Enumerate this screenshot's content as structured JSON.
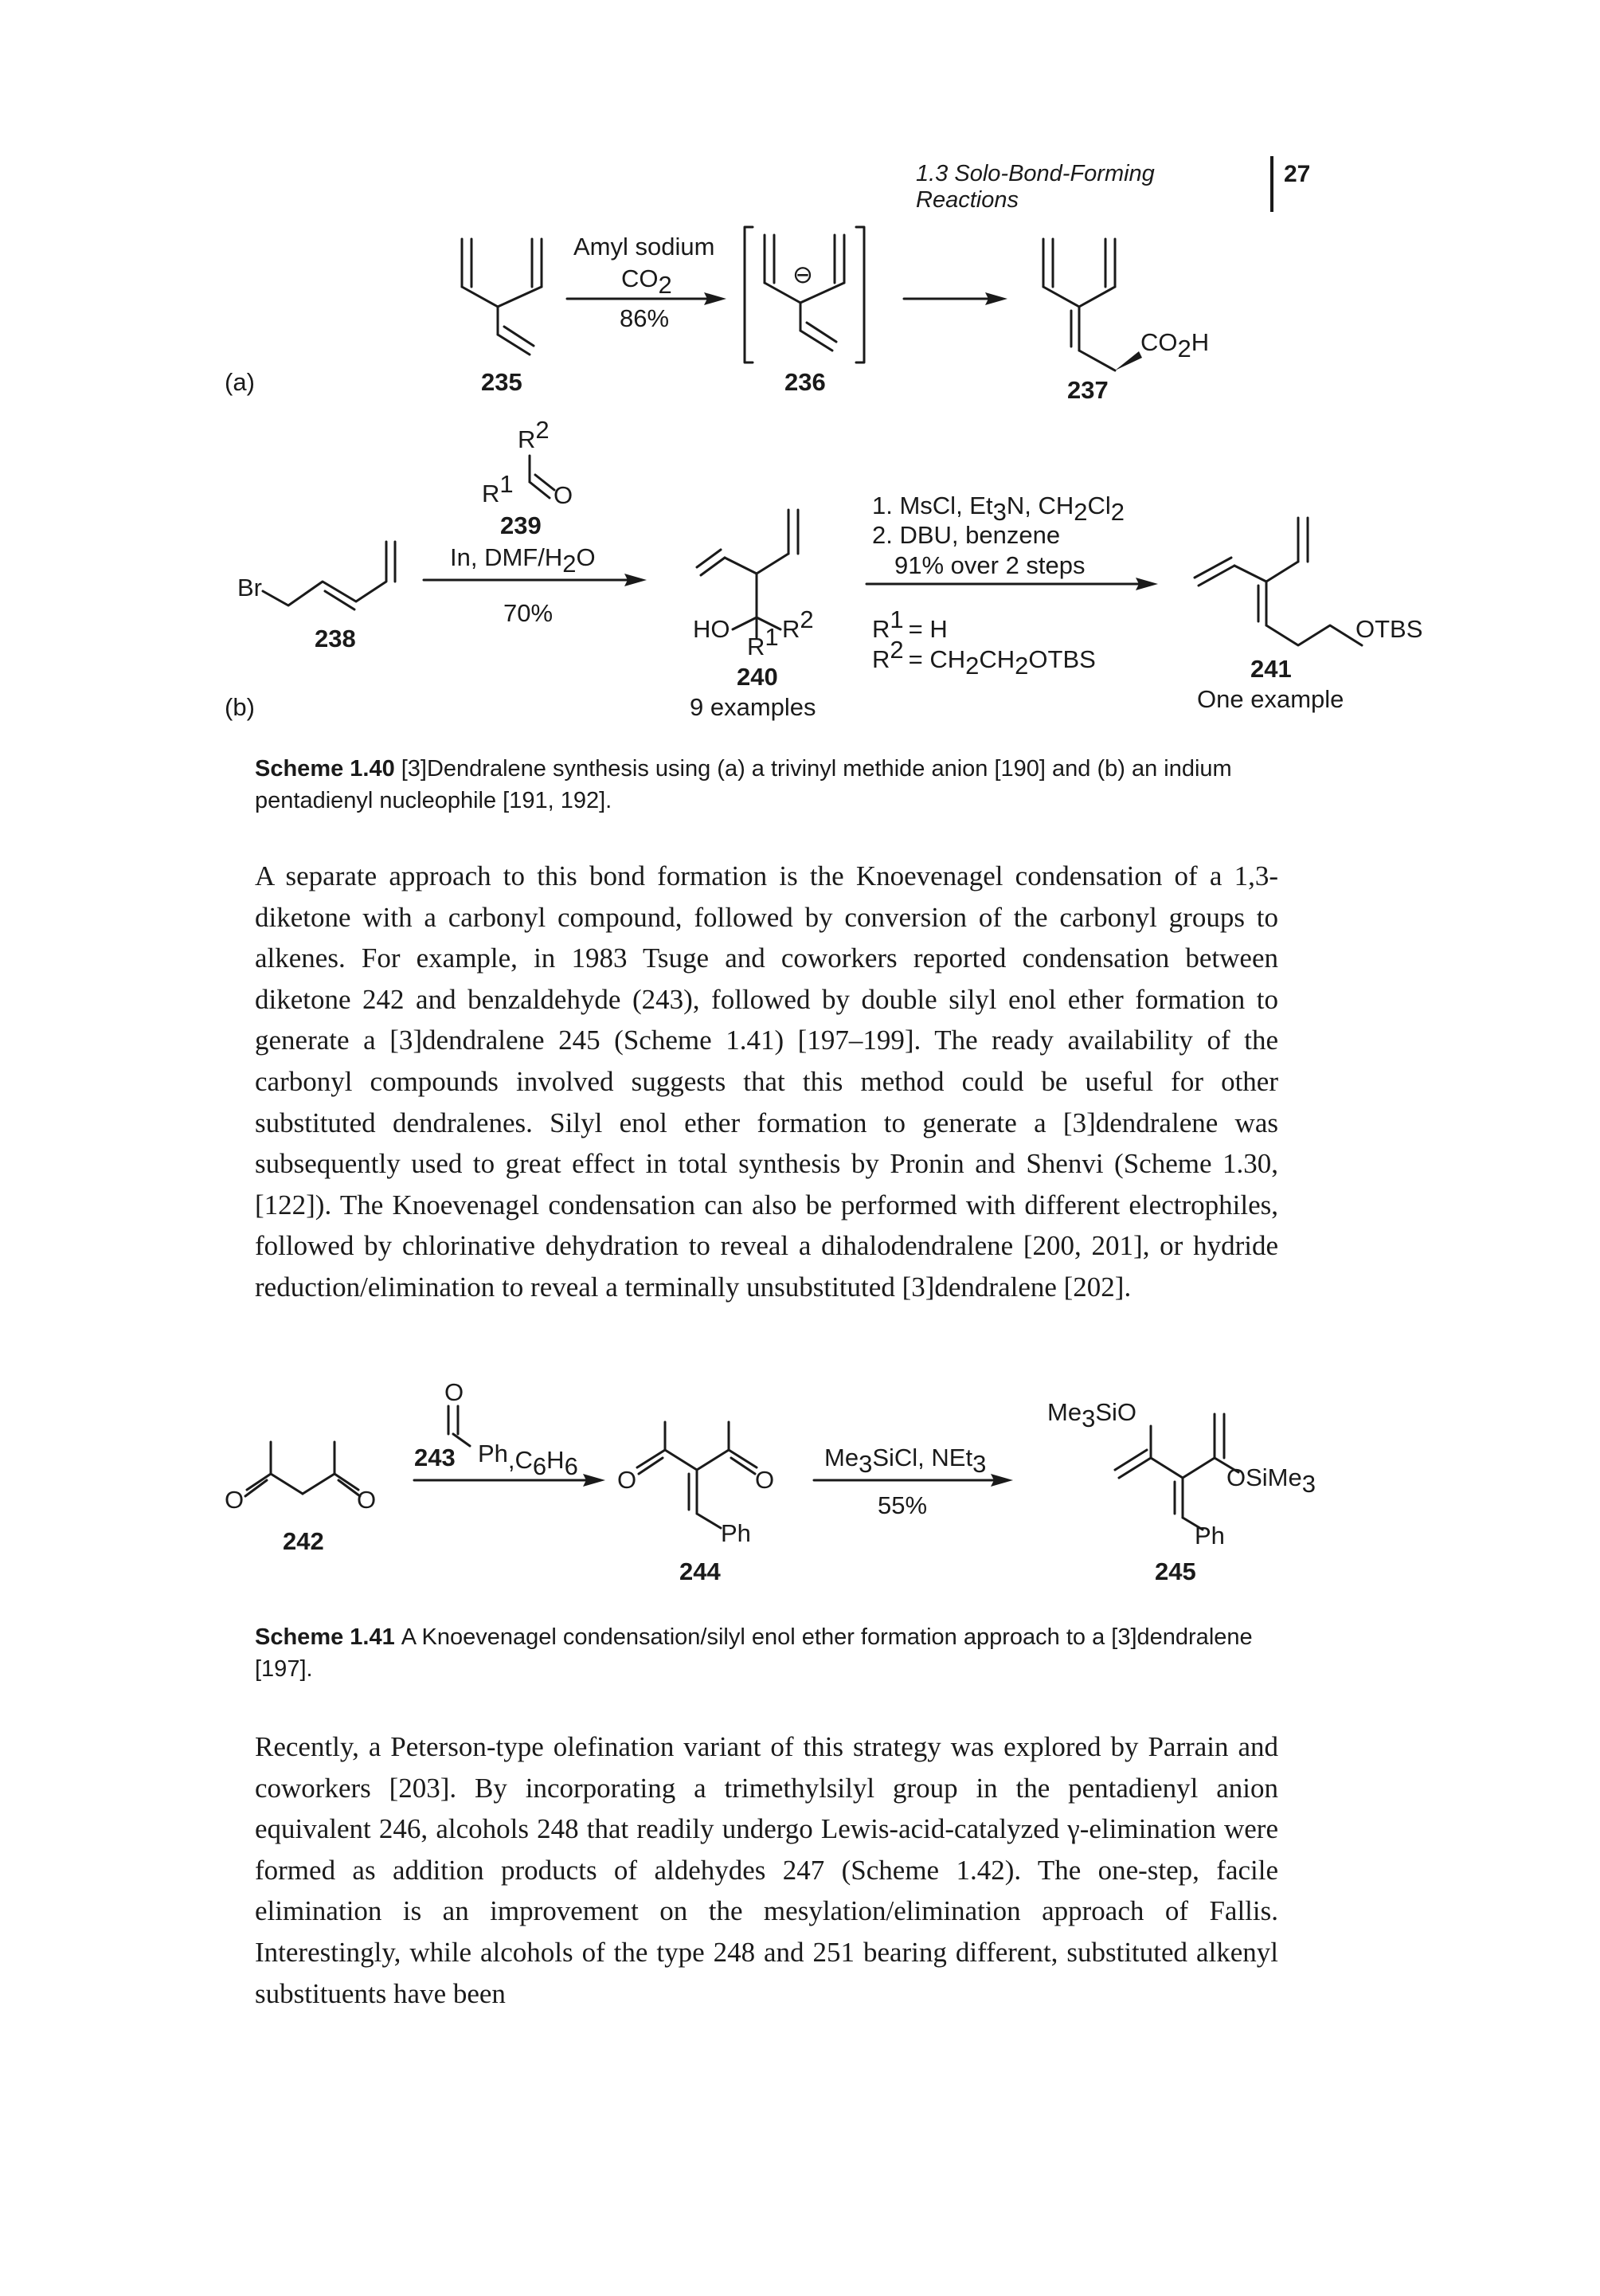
{
  "header": {
    "section_label": "1.3  Solo-Bond-Forming Reactions",
    "page_number": "27"
  },
  "scheme_140": {
    "part_a_label": "(a)",
    "part_b_label": "(b)",
    "a_reagent_1": "Amyl sodium",
    "a_reagent_2_main": "CO",
    "a_reagent_2_sub": "2",
    "a_yield": "86%",
    "cmpd_235": "235",
    "cmpd_236": "236",
    "cmpd_237": "237",
    "anion_symbol": "⊖",
    "co2h_main": "CO",
    "co2h_sub": "2",
    "co2h_h": "H",
    "r2_label": "R",
    "r2_sup": "2",
    "r1_label": "R",
    "r1_sup": "1",
    "o_label": "O",
    "cmpd_239": "239",
    "b_reagent_main": "In, DMF/H",
    "b_reagent_sub": "2",
    "b_reagent_end": "O",
    "b_yield": "70%",
    "br_label": "Br",
    "cmpd_238": "238",
    "ho_label": "HO",
    "cmpd_240": "240",
    "examples_240": "9 examples",
    "step1_main": "1. MsCl, Et",
    "step1_sub1": "3",
    "step1_mid": "N, CH",
    "step1_sub2": "2",
    "step1_mid2": "Cl",
    "step1_sub3": "2",
    "step2": "2. DBU, benzene",
    "step3": "91% over 2 steps",
    "r1_eq": "= H",
    "r2_eq_main": "= CH",
    "r2_eq_sub1": "2",
    "r2_eq_mid": "CH",
    "r2_eq_sub2": "2",
    "r2_eq_end": "OTBS",
    "otbs_label": "OTBS",
    "cmpd_241": "241",
    "examples_241": "One example"
  },
  "caption_140": {
    "label": "Scheme 1.40",
    "text": "[3]Dendralene synthesis using (a) a trivinyl methide anion [190] and (b) an indium pentadienyl nucleophile [191, 192]."
  },
  "paragraph_1": "A separate approach to this bond formation is the Knoevenagel condensation of a 1,3-diketone with a carbonyl compound, followed by conversion of the carbonyl groups to alkenes. For example, in 1983 Tsuge and coworkers reported condensation between diketone 242 and benzaldehyde (243), followed by double silyl enol ether formation to generate a [3]dendralene 245 (Scheme 1.41) [197–199]. The ready availability of the carbonyl compounds involved suggests that this method could be useful for other substituted dendralenes. Silyl enol ether formation to generate a [3]dendralene was subsequently used to great effect in total synthesis by Pronin and Shenvi (Scheme 1.30, [122]). The Knoevenagel condensation can also be performed with different electrophiles, followed by chlorinative dehydration to reveal a dihalodendralene [200, 201], or hydride reduction/elimination to reveal a terminally unsubstituted [3]dendralene [202].",
  "scheme_141": {
    "o_label": "O",
    "cmpd_242": "242",
    "cmpd_243": "243",
    "ph_label": "Ph",
    "solvent_main": ",C",
    "solvent_sub1": "6",
    "solvent_mid": "H",
    "solvent_sub2": "6",
    "cmpd_244": "244",
    "reagent_main": "Me",
    "reagent_sub1": "3",
    "reagent_mid": "SiCl, NEt",
    "reagent_sub2": "3",
    "yield": "55%",
    "me3sio_main": "Me",
    "me3sio_sub": "3",
    "me3sio_end": "SiO",
    "osime3_main": "OSiMe",
    "osime3_sub": "3",
    "cmpd_245": "245"
  },
  "caption_141": {
    "label": "Scheme 1.41",
    "text": "A Knoevenagel condensation/silyl enol ether formation approach to a [3]dendralene [197]."
  },
  "paragraph_2": "Recently, a Peterson-type olefination variant of this strategy was explored by Parrain and coworkers [203]. By incorporating a trimethylsilyl group in the pentadienyl anion equivalent 246, alcohols 248 that readily undergo Lewis-acid-catalyzed γ-elimination were formed as addition products of aldehydes 247 (Scheme 1.42). The one-step, facile elimination is an improvement on the mesylation/elimination approach of Fallis. Interestingly, while alcohols of the type 248 and 251 bearing different, substituted alkenyl substituents have been"
}
